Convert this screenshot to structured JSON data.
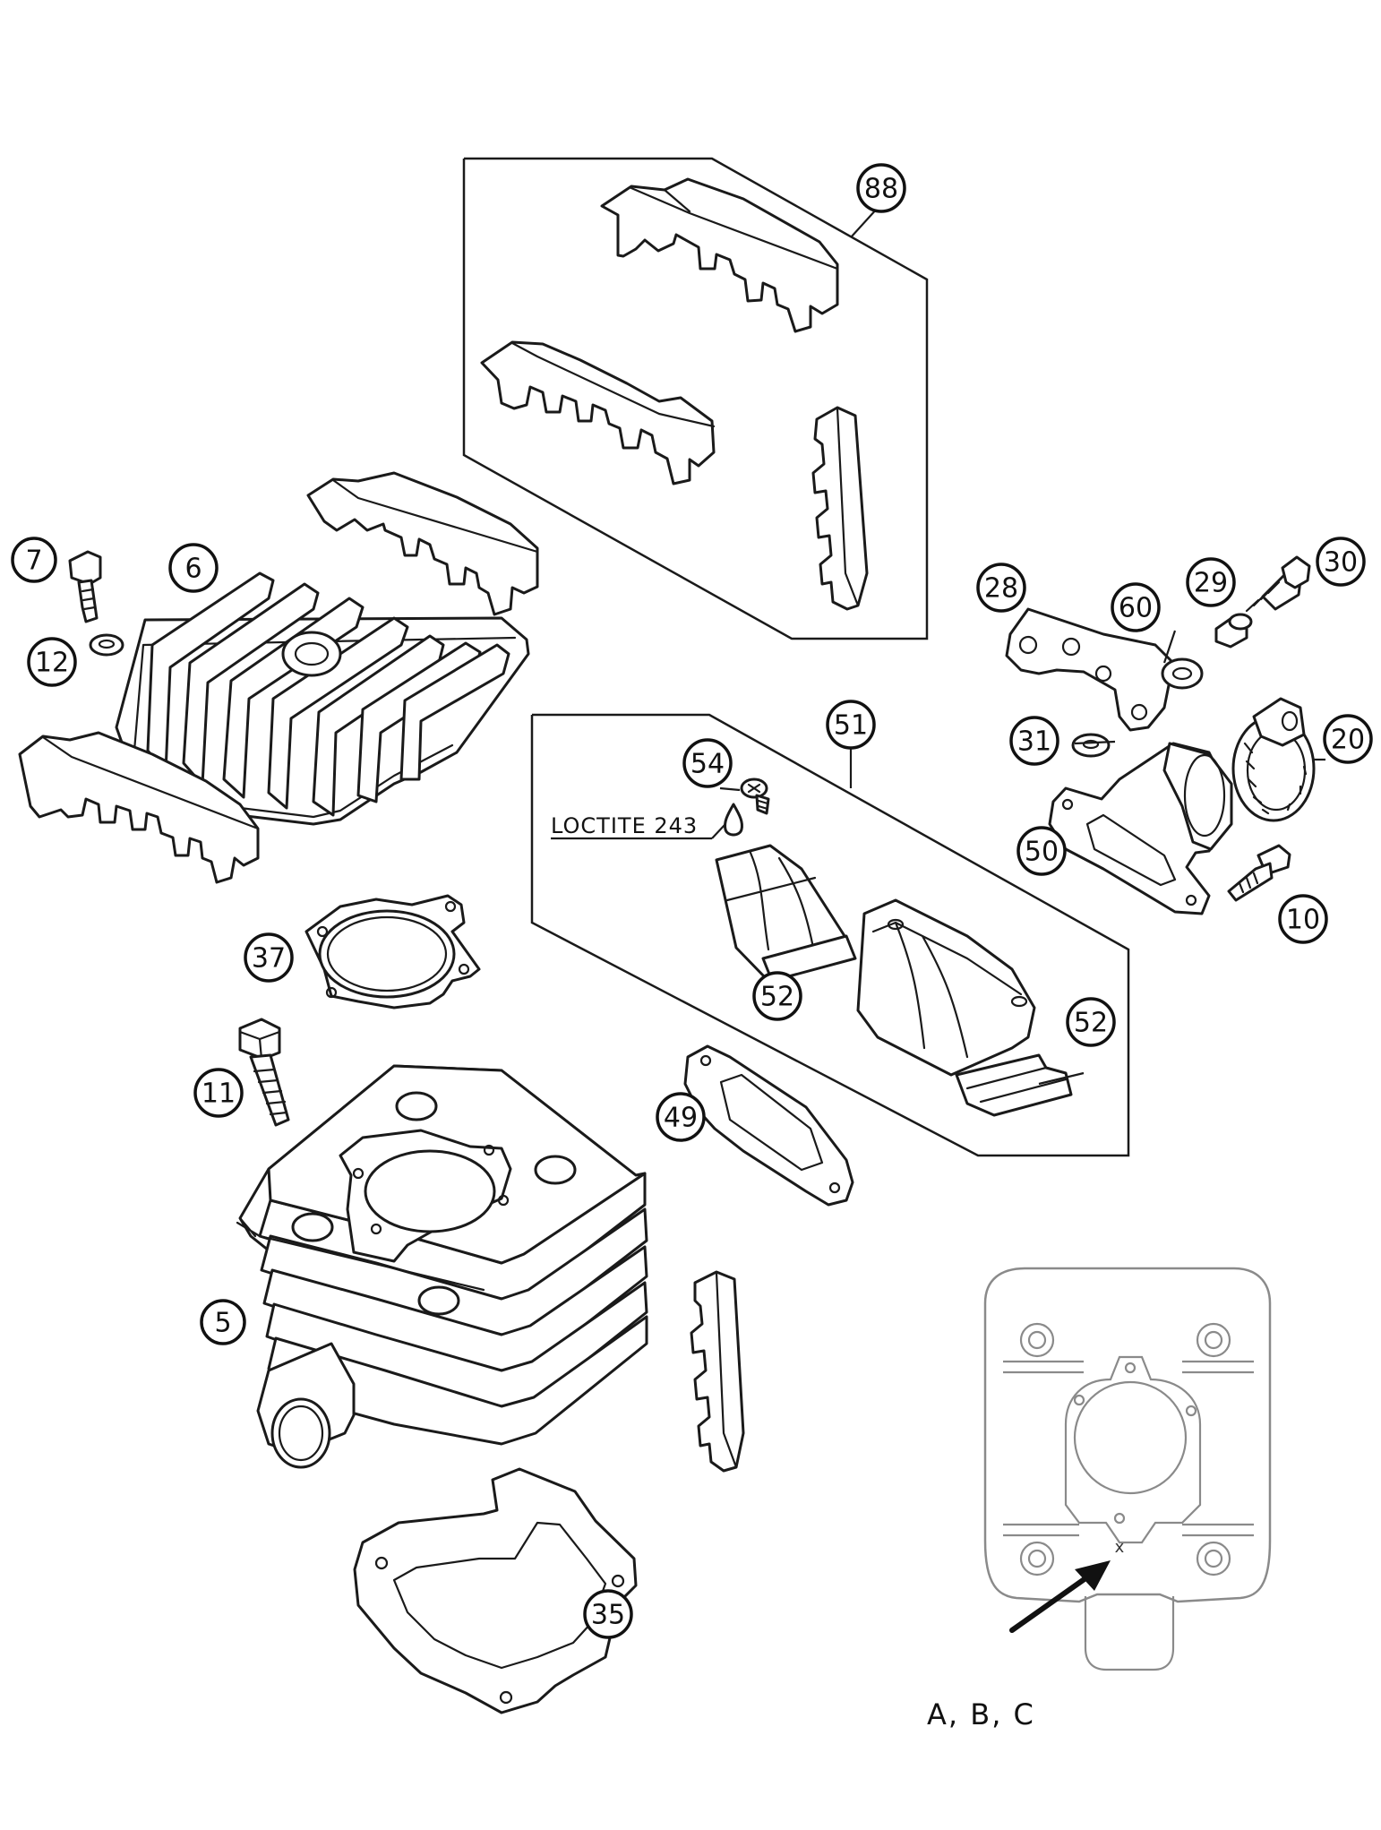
{
  "diagram": {
    "callouts": {
      "p88": "88",
      "p7": "7",
      "p6": "6",
      "p12": "12",
      "p28": "28",
      "p60": "60",
      "p29": "29",
      "p30": "30",
      "p51": "51",
      "p54": "54",
      "p31": "31",
      "p20": "20",
      "p50": "50",
      "p10": "10",
      "p37": "37",
      "p52a": "52",
      "p52b": "52",
      "p11": "11",
      "p49": "49",
      "p5": "5",
      "p35": "35"
    },
    "loctite_label": "LOCTITE 243",
    "reference_label": "A, B, C",
    "marking_symbol": "x"
  }
}
